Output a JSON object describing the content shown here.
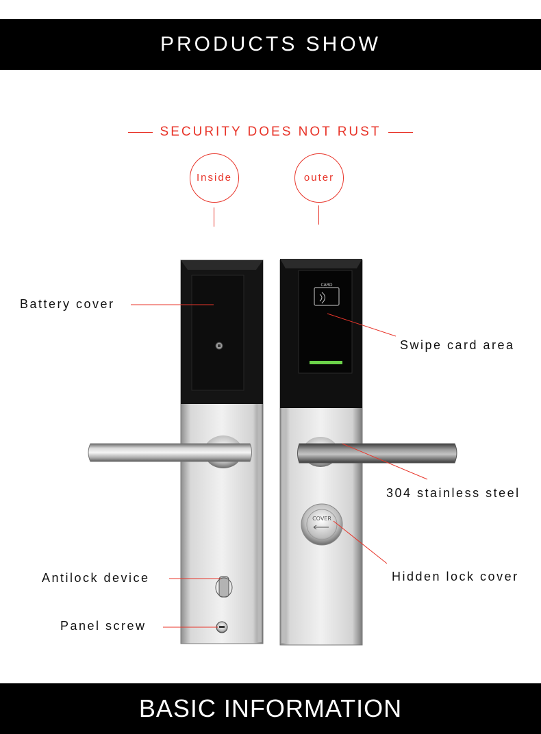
{
  "header": {
    "title": "PRODUCTS SHOW"
  },
  "tagline": "SECURITY DOES NOT RUST",
  "views": {
    "inside": "Inside",
    "outer": "outer"
  },
  "callouts": {
    "battery_cover": "Battery cover",
    "swipe_card_area": "Swipe card area",
    "stainless_steel": "304 stainless steel",
    "antilock_device": "Antilock device",
    "hidden_lock_cover": "Hidden lock cover",
    "panel_screw": "Panel screw"
  },
  "product_markings": {
    "card_label": "CARD",
    "cover_label": "COVER"
  },
  "footer": {
    "title": "BASIC INFORMATION"
  },
  "colors": {
    "accent": "#e8352a",
    "banner": "#000000"
  }
}
